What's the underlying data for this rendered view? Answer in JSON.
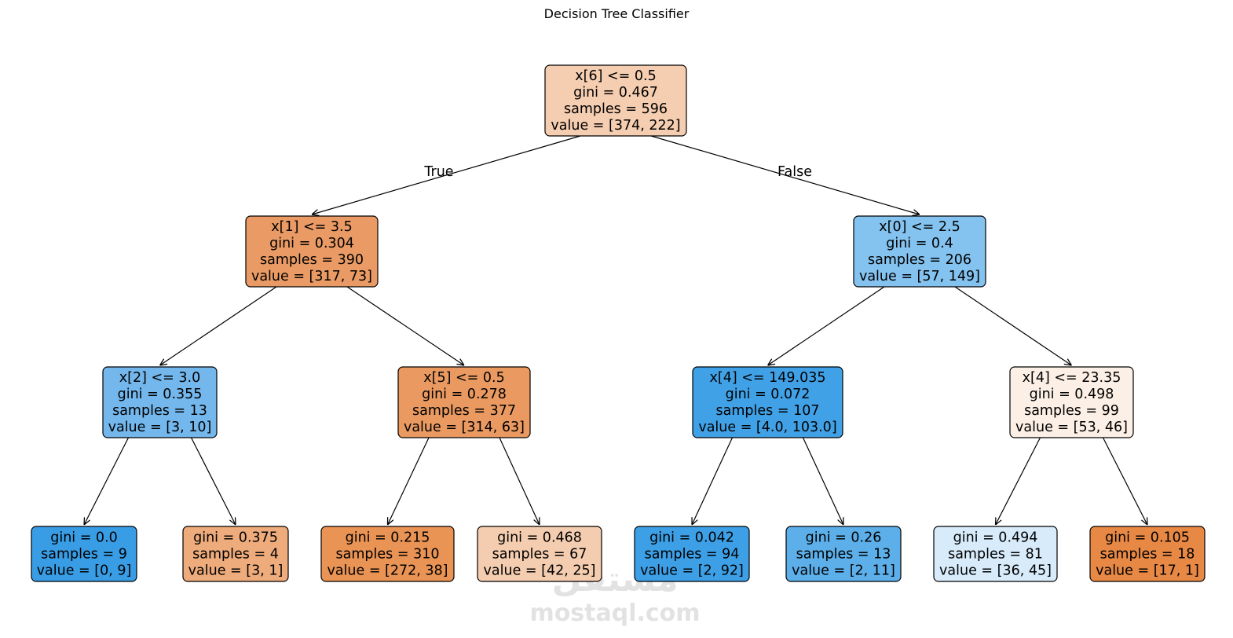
{
  "title": "Decision Tree Classifier",
  "edge_labels": {
    "true_label": "True",
    "false_label": "False"
  },
  "watermark": {
    "arabic": "مستقل",
    "latin": "mostaql.com"
  },
  "nodes": [
    {
      "id": "n0",
      "lines": [
        "x[6] <= 0.5",
        "gini = 0.467",
        "samples = 596",
        "value = [374, 222]"
      ],
      "color": "#f5cdb0"
    },
    {
      "id": "n1",
      "lines": [
        "x[1] <= 3.5",
        "gini = 0.304",
        "samples = 390",
        "value = [317, 73]"
      ],
      "color": "#ea9b65"
    },
    {
      "id": "n2",
      "lines": [
        "x[0] <= 2.5",
        "gini = 0.4",
        "samples = 206",
        "value = [57, 149]"
      ],
      "color": "#84c2ef"
    },
    {
      "id": "n3",
      "lines": [
        "x[2] <= 3.0",
        "gini = 0.355",
        "samples = 13",
        "value = [3, 10]"
      ],
      "color": "#74b7ed"
    },
    {
      "id": "n4",
      "lines": [
        "x[5] <= 0.5",
        "gini = 0.278",
        "samples = 377",
        "value = [314, 63]"
      ],
      "color": "#ea9a61"
    },
    {
      "id": "n5",
      "lines": [
        "x[4] <= 149.035",
        "gini = 0.072",
        "samples = 107",
        "value = [4.0, 103.0]"
      ],
      "color": "#41a1e6"
    },
    {
      "id": "n6",
      "lines": [
        "x[4] <= 23.35",
        "gini = 0.498",
        "samples = 99",
        "value = [53, 46]"
      ],
      "color": "#fcefe5"
    },
    {
      "id": "n7",
      "lines": [
        "gini = 0.0",
        "samples = 9",
        "value = [0, 9]"
      ],
      "color": "#399de5"
    },
    {
      "id": "n8",
      "lines": [
        "gini = 0.375",
        "samples = 4",
        "value = [3, 1]"
      ],
      "color": "#eeab7b"
    },
    {
      "id": "n9",
      "lines": [
        "gini = 0.215",
        "samples = 310",
        "value = [272, 38]"
      ],
      "color": "#e99355"
    },
    {
      "id": "n10",
      "lines": [
        "gini = 0.468",
        "samples = 67",
        "value = [42, 25]"
      ],
      "color": "#f4ccaf"
    },
    {
      "id": "n11",
      "lines": [
        "gini = 0.042",
        "samples = 94",
        "value = [2, 92]"
      ],
      "color": "#3d9fe6"
    },
    {
      "id": "n12",
      "lines": [
        "gini = 0.26",
        "samples = 13",
        "value = [2, 11]"
      ],
      "color": "#5dafea"
    },
    {
      "id": "n13",
      "lines": [
        "gini = 0.494",
        "samples = 81",
        "value = [36, 45]"
      ],
      "color": "#d7ebfa"
    },
    {
      "id": "n14",
      "lines": [
        "gini = 0.105",
        "samples = 18",
        "value = [17, 1]"
      ],
      "color": "#e78845"
    }
  ],
  "edges": [
    {
      "from": "n0",
      "to": "n1"
    },
    {
      "from": "n0",
      "to": "n2"
    },
    {
      "from": "n1",
      "to": "n3"
    },
    {
      "from": "n1",
      "to": "n4"
    },
    {
      "from": "n2",
      "to": "n5"
    },
    {
      "from": "n2",
      "to": "n6"
    },
    {
      "from": "n3",
      "to": "n7"
    },
    {
      "from": "n3",
      "to": "n8"
    },
    {
      "from": "n4",
      "to": "n9"
    },
    {
      "from": "n4",
      "to": "n10"
    },
    {
      "from": "n5",
      "to": "n11"
    },
    {
      "from": "n5",
      "to": "n12"
    },
    {
      "from": "n6",
      "to": "n13"
    },
    {
      "from": "n6",
      "to": "n14"
    }
  ]
}
